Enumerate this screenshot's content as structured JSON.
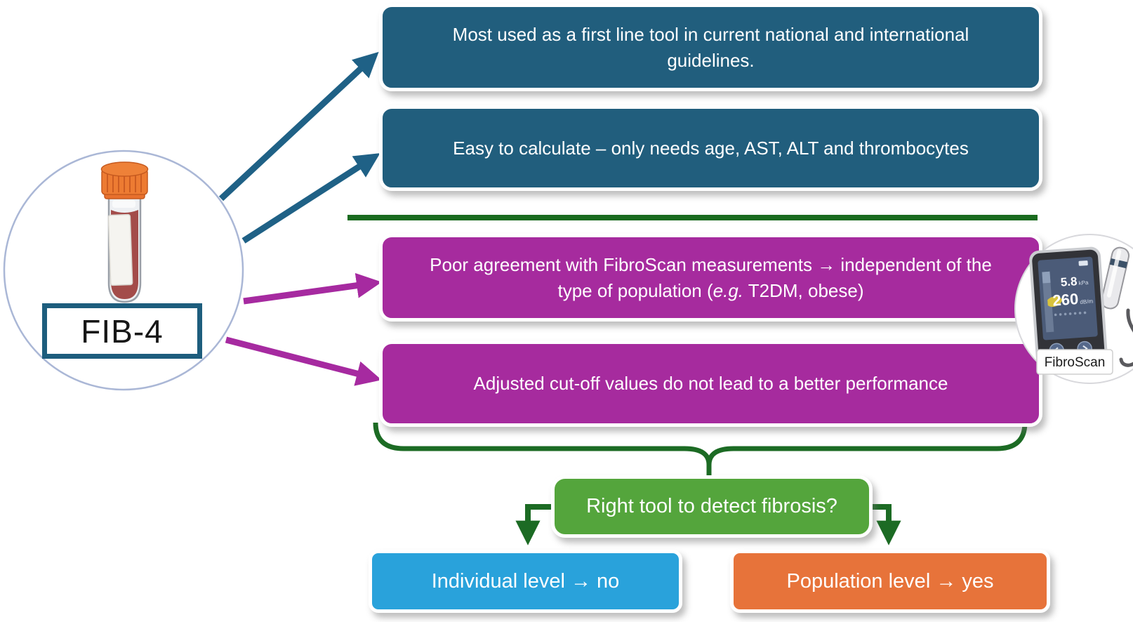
{
  "figure": {
    "hub": {
      "label": "FIB-4",
      "icon": "blood-sample-tube-icon"
    },
    "strengths": [
      "Most used as a first line tool in current national and international guidelines.",
      "Easy to calculate – only needs age, AST, ALT and thrombocytes"
    ],
    "limitations": [
      {
        "prefix": "Poor agreement with FibroScan measurements → independent of the type of population (",
        "italic": "e.g.",
        "suffix": " T2DM, obese)"
      },
      {
        "text": "Adjusted cut-off values do not lead to a better performance"
      }
    ],
    "question": "Right tool to detect fibrosis?",
    "answers": {
      "no": "Individual level → no",
      "yes": "Population level → yes"
    },
    "device": {
      "icon": "fibroscan-device-icon",
      "label": "FibroScan",
      "stiffness_value": "5.8",
      "stiffness_unit": "kPa",
      "cap_value": "260",
      "cap_unit": "dB/m"
    }
  },
  "colors": {
    "strength_box": "#215e7d",
    "limitation_box": "#a62b9e",
    "question_box": "#54a53c",
    "answer_no_box": "#29a2db",
    "answer_yes_box": "#e7733a",
    "strength_arrow": "#1f6186",
    "limitation_arrow": "#a62aa0",
    "green_connector": "#1c6b24",
    "hub_border": "#aab7d6",
    "label_border": "#1d5d7d"
  }
}
